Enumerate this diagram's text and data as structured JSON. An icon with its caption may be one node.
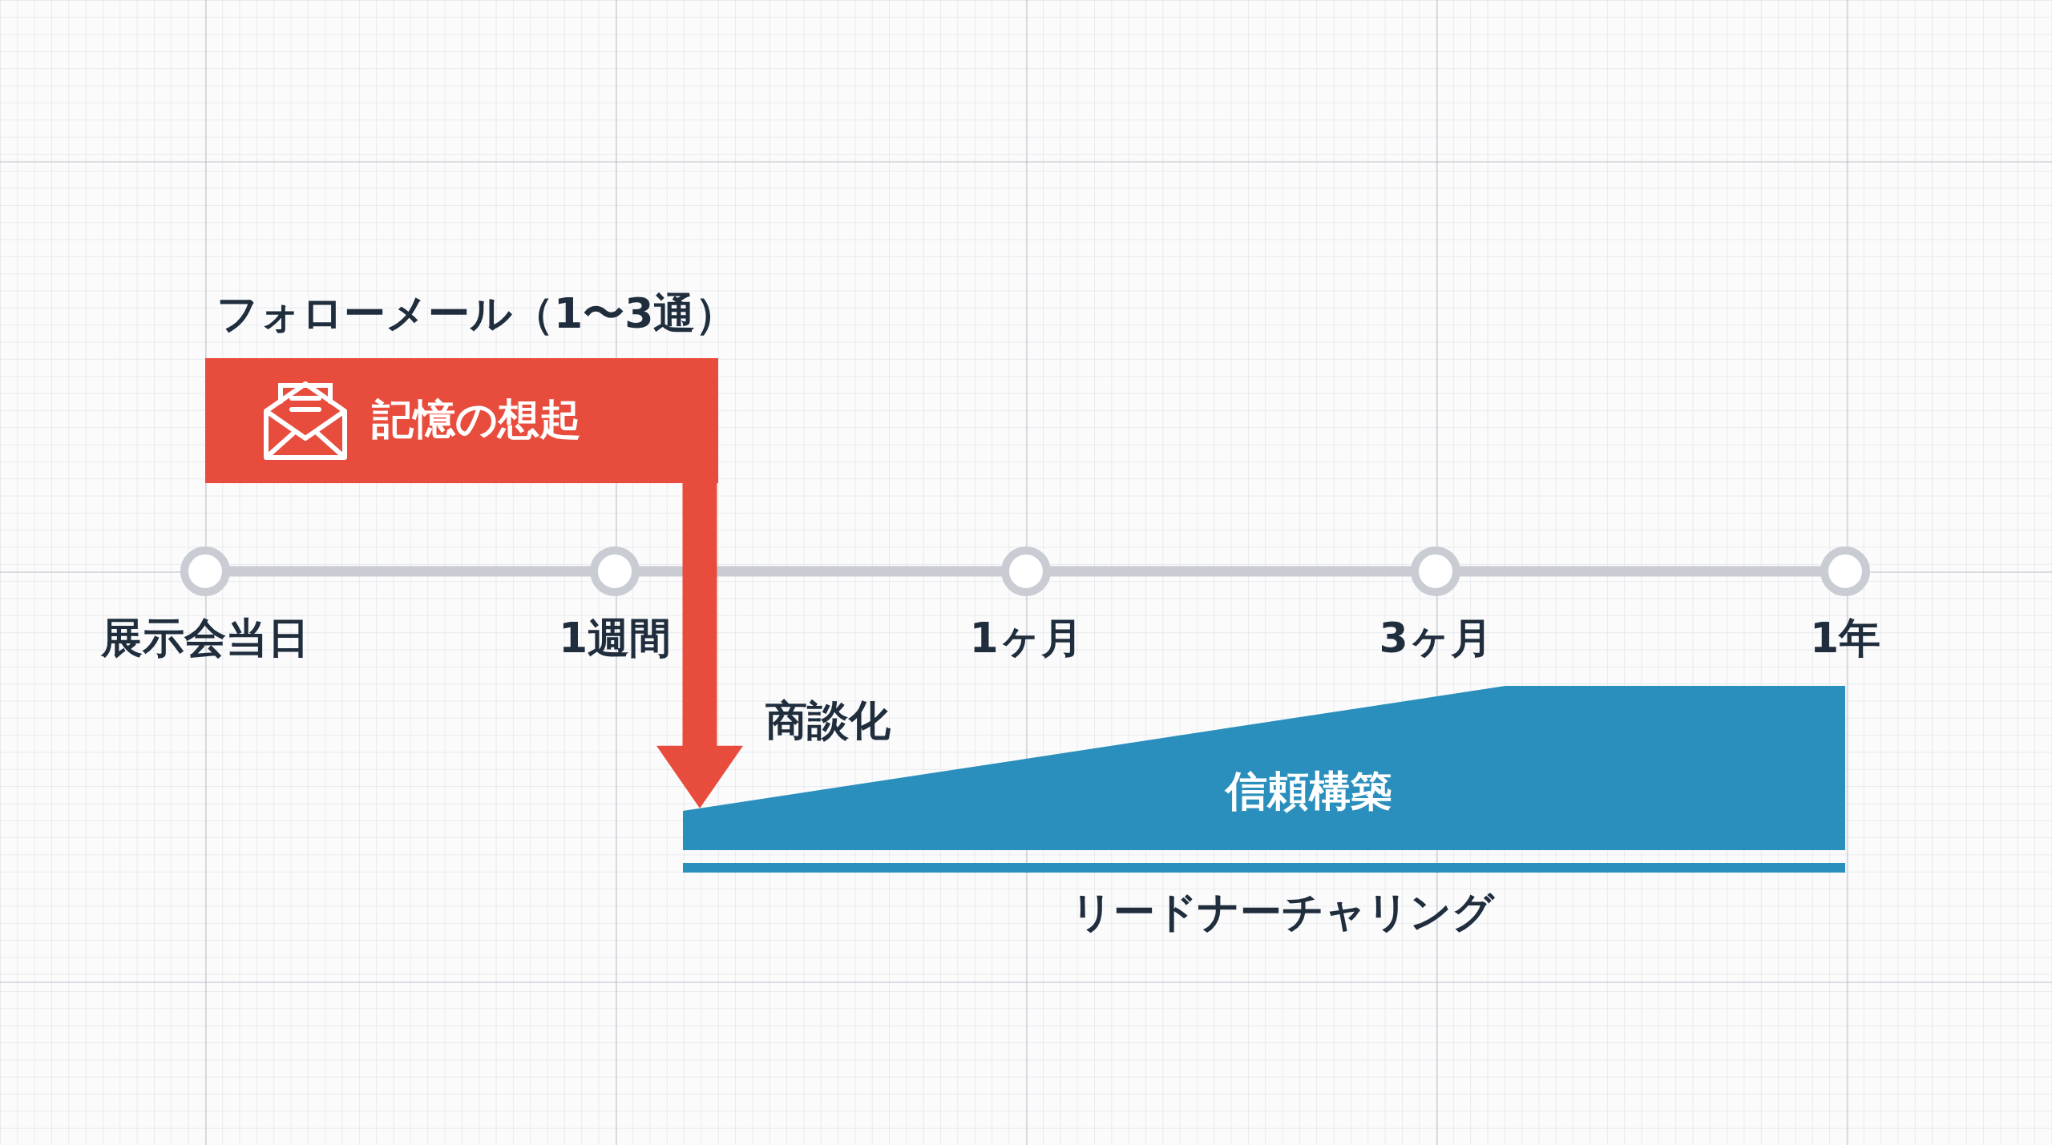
{
  "diagram": {
    "nodes": [
      {
        "text": [
          "フォローメール（1〜3通）",
          "記憶の想起"
        ]
      },
      {
        "text": [
          "展示会当日"
        ]
      },
      {
        "text": [
          "1週間"
        ]
      },
      {
        "text": [
          "1ヶ月"
        ]
      },
      {
        "text": [
          "3ヶ月"
        ]
      },
      {
        "text": [
          "1年"
        ]
      },
      {
        "text": [
          "信頼構築"
        ]
      },
      {
        "text": [
          "リードナーチャリング"
        ]
      }
    ],
    "edges": [
      {
        "from": 1,
        "to": 2,
        "arrow": "none"
      },
      {
        "from": 2,
        "to": 3,
        "arrow": "none"
      },
      {
        "from": 3,
        "to": 4,
        "arrow": "none"
      },
      {
        "from": 4,
        "to": 5,
        "arrow": "none"
      },
      {
        "from": 0,
        "to": 6,
        "arrow": "to",
        "label": "商談化",
        "style": "thick",
        "color": "#e84c3d"
      }
    ]
  }
}
